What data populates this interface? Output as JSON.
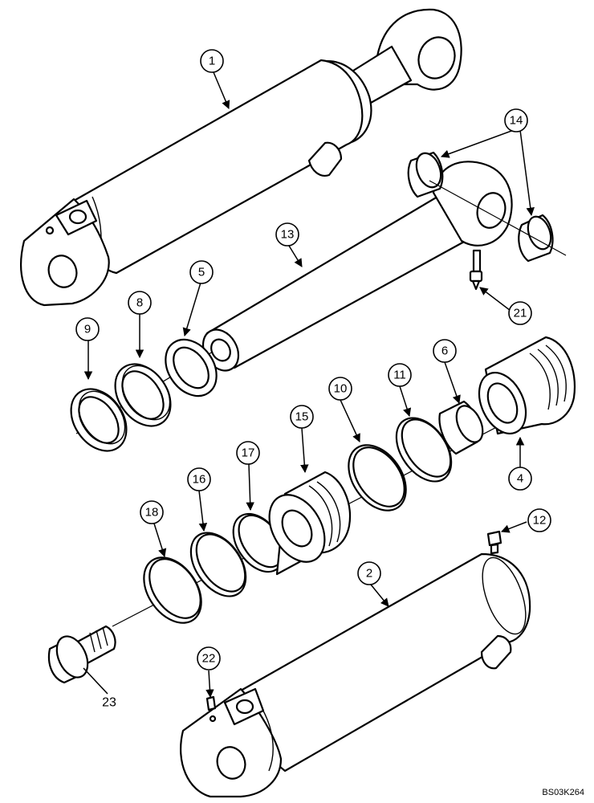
{
  "diagram": {
    "drawing_code": "BS03K264",
    "callouts": {
      "c1": "1",
      "c2": "2",
      "c4": "4",
      "c5": "5",
      "c6": "6",
      "c8": "8",
      "c9": "9",
      "c10": "10",
      "c11": "11",
      "c12": "12",
      "c13": "13",
      "c14": "14",
      "c15": "15",
      "c16": "16",
      "c17": "17",
      "c18": "18",
      "c21": "21",
      "c22": "22",
      "c23": "23"
    }
  }
}
